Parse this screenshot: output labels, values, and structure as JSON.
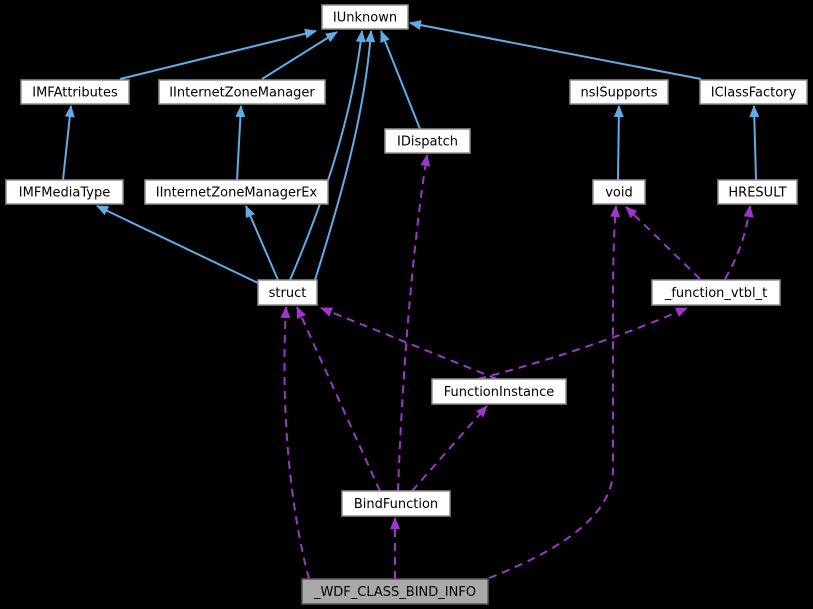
{
  "diagram": {
    "kind": "doxygen-collaboration-graph",
    "colors": {
      "background": "#000000",
      "inheritance_edge": "#5FACE6",
      "usage_edge": "#9E37C8",
      "node_fill": "#FFFFFF",
      "node_border": "#8F8F8F",
      "focus_node_fill": "#A9A9A9",
      "focus_node_border": "#5A5A5A",
      "text": "#000000"
    },
    "legend": {
      "inheritance_style": "solid",
      "usage_style": "dashed"
    },
    "nodes": [
      {
        "id": "IUnknown",
        "label": "IUnknown",
        "kind": "class"
      },
      {
        "id": "IMFAttributes",
        "label": "IMFAttributes",
        "kind": "class"
      },
      {
        "id": "IInternetZoneManager",
        "label": "IInternetZoneManager",
        "kind": "class"
      },
      {
        "id": "nsISupports",
        "label": "nsISupports",
        "kind": "class"
      },
      {
        "id": "IClassFactory",
        "label": "IClassFactory",
        "kind": "class"
      },
      {
        "id": "IDispatch",
        "label": "IDispatch",
        "kind": "class"
      },
      {
        "id": "IMFMediaType",
        "label": "IMFMediaType",
        "kind": "class"
      },
      {
        "id": "IInternetZoneManagerEx",
        "label": "IInternetZoneManagerEx",
        "kind": "class"
      },
      {
        "id": "void",
        "label": "void",
        "kind": "class"
      },
      {
        "id": "HRESULT",
        "label": "HRESULT",
        "kind": "class"
      },
      {
        "id": "struct",
        "label": "struct",
        "kind": "class"
      },
      {
        "id": "_function_vtbl_t",
        "label": "_function_vtbl_t",
        "kind": "class"
      },
      {
        "id": "FunctionInstance",
        "label": "FunctionInstance",
        "kind": "class"
      },
      {
        "id": "BindFunction",
        "label": "BindFunction",
        "kind": "class"
      },
      {
        "id": "_WDF_CLASS_BIND_INFO",
        "label": "_WDF_CLASS_BIND_INFO",
        "kind": "focus"
      }
    ],
    "edges": [
      {
        "from": "IMFAttributes",
        "to": "IUnknown",
        "relation": "inheritance"
      },
      {
        "from": "IInternetZoneManager",
        "to": "IUnknown",
        "relation": "inheritance"
      },
      {
        "from": "struct",
        "to": "IUnknown",
        "relation": "inheritance"
      },
      {
        "from": "struct",
        "to": "IUnknown",
        "relation": "inheritance"
      },
      {
        "from": "IDispatch",
        "to": "IUnknown",
        "relation": "inheritance"
      },
      {
        "from": "IClassFactory",
        "to": "IUnknown",
        "relation": "inheritance"
      },
      {
        "from": "IMFMediaType",
        "to": "IMFAttributes",
        "relation": "inheritance"
      },
      {
        "from": "IInternetZoneManagerEx",
        "to": "IInternetZoneManager",
        "relation": "inheritance"
      },
      {
        "from": "void",
        "to": "nsISupports",
        "relation": "inheritance"
      },
      {
        "from": "HRESULT",
        "to": "IClassFactory",
        "relation": "inheritance"
      },
      {
        "from": "struct",
        "to": "IMFMediaType",
        "relation": "inheritance"
      },
      {
        "from": "struct",
        "to": "IInternetZoneManagerEx",
        "relation": "inheritance"
      },
      {
        "from": "BindFunction",
        "to": "struct",
        "relation": "usage"
      },
      {
        "from": "_WDF_CLASS_BIND_INFO",
        "to": "struct",
        "relation": "usage"
      },
      {
        "from": "FunctionInstance",
        "to": "struct",
        "relation": "usage"
      },
      {
        "from": "FunctionInstance",
        "to": "_function_vtbl_t",
        "relation": "usage"
      },
      {
        "from": "BindFunction",
        "to": "FunctionInstance",
        "relation": "usage"
      },
      {
        "from": "BindFunction",
        "to": "IDispatch",
        "relation": "usage"
      },
      {
        "from": "_WDF_CLASS_BIND_INFO",
        "to": "BindFunction",
        "relation": "usage"
      },
      {
        "from": "_WDF_CLASS_BIND_INFO",
        "to": "void",
        "relation": "usage"
      },
      {
        "from": "_function_vtbl_t",
        "to": "void",
        "relation": "usage"
      },
      {
        "from": "_function_vtbl_t",
        "to": "HRESULT",
        "relation": "usage"
      }
    ]
  }
}
